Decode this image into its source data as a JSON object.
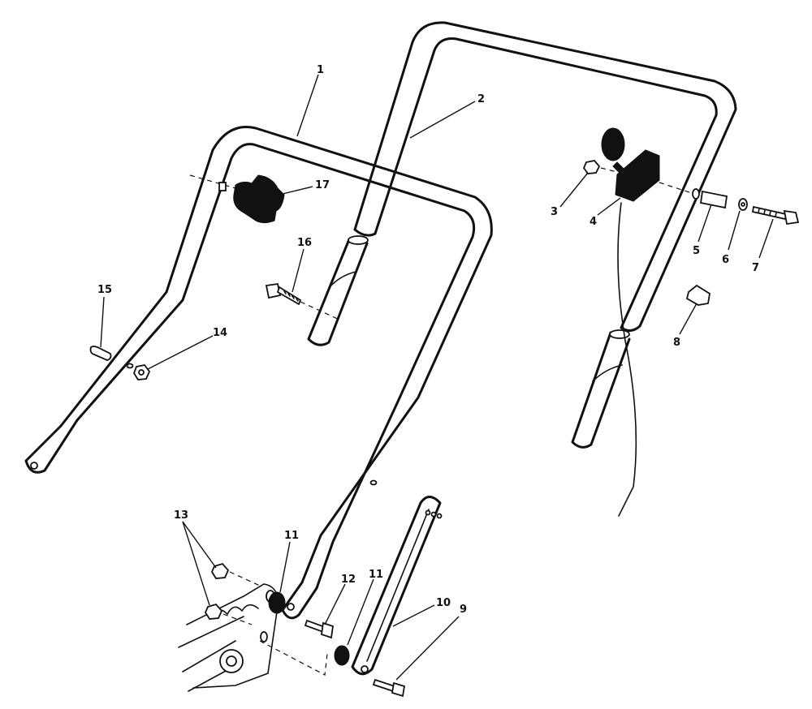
{
  "callouts": {
    "c1": "1",
    "c2": "2",
    "c3": "3",
    "c4": "4",
    "c5": "5",
    "c6": "6",
    "c7": "7",
    "c8": "8",
    "c9": "9",
    "c10": "10",
    "c11a": "11",
    "c11b": "11",
    "c12": "12",
    "c13": "13",
    "c14": "14",
    "c15": "15",
    "c16": "16",
    "c17": "17"
  }
}
